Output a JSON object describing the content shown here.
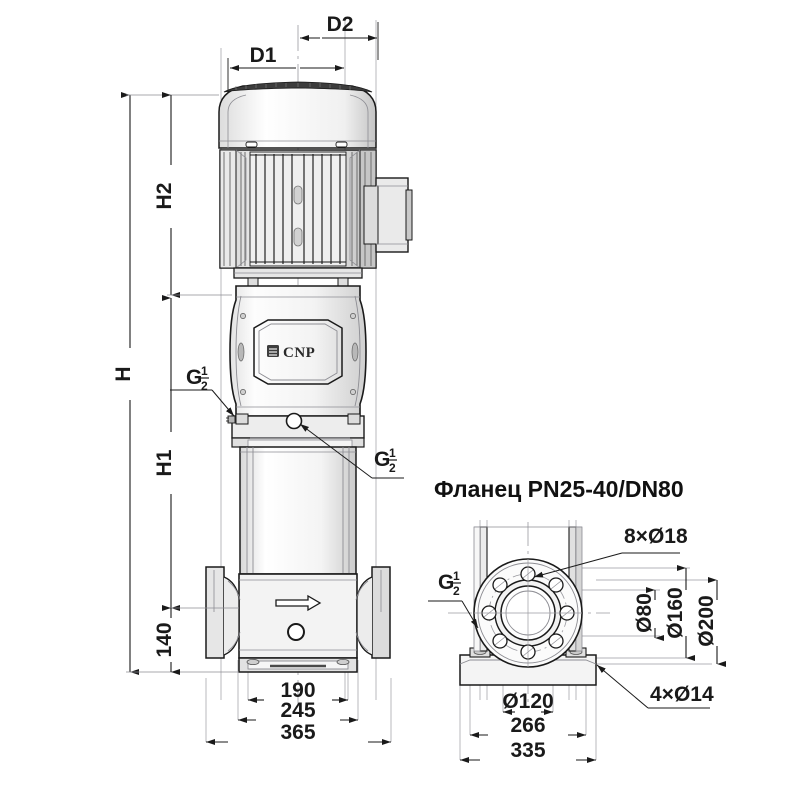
{
  "drawing": {
    "background_color": "#ffffff",
    "line_color": "#1a1a1a",
    "thin_line_color": "#8d8d93",
    "fill_light": "#f2f2f2",
    "fill_mid": "#d9d9d9",
    "fill_dark": "#9a9a9a"
  },
  "main_view": {
    "name": "vertical-multistage-pump-elevation",
    "logo_text": "CNP",
    "top_dimensions": [
      {
        "id": "d1",
        "label": "D1"
      },
      {
        "id": "d2",
        "label": "D2"
      }
    ],
    "vertical_dimensions": [
      {
        "id": "h",
        "label": "H"
      },
      {
        "id": "h2",
        "label": "H2"
      },
      {
        "id": "h1",
        "label": "H1"
      },
      {
        "id": "h140",
        "label": "140"
      }
    ],
    "bottom_dimensions": [
      {
        "id": "w190",
        "label": "190"
      },
      {
        "id": "w245",
        "label": "245"
      },
      {
        "id": "w365",
        "label": "365"
      }
    ],
    "port_callouts": [
      {
        "id": "g-left",
        "main": "G",
        "num": "1",
        "den": "2"
      },
      {
        "id": "g-right",
        "main": "G",
        "num": "1",
        "den": "2"
      }
    ]
  },
  "flange_view": {
    "name": "flange-detail",
    "title": "Фланец PN25-40/DN80",
    "bolt_callout": "8×Ø18",
    "foot_callout": "4×Ø14",
    "diameter_dimensions": [
      {
        "id": "d80",
        "label": "Ø80"
      },
      {
        "id": "d160",
        "label": "Ø160"
      },
      {
        "id": "d200",
        "label": "Ø200"
      }
    ],
    "bottom_dimensions": [
      {
        "id": "d120",
        "label": "Ø120"
      },
      {
        "id": "w266",
        "label": "266"
      },
      {
        "id": "w335",
        "label": "335"
      }
    ],
    "port_callouts": [
      {
        "id": "g-flange",
        "main": "G",
        "num": "1",
        "den": "2"
      }
    ],
    "bolt_hole_count": 8,
    "foot_hole_count": 4
  }
}
